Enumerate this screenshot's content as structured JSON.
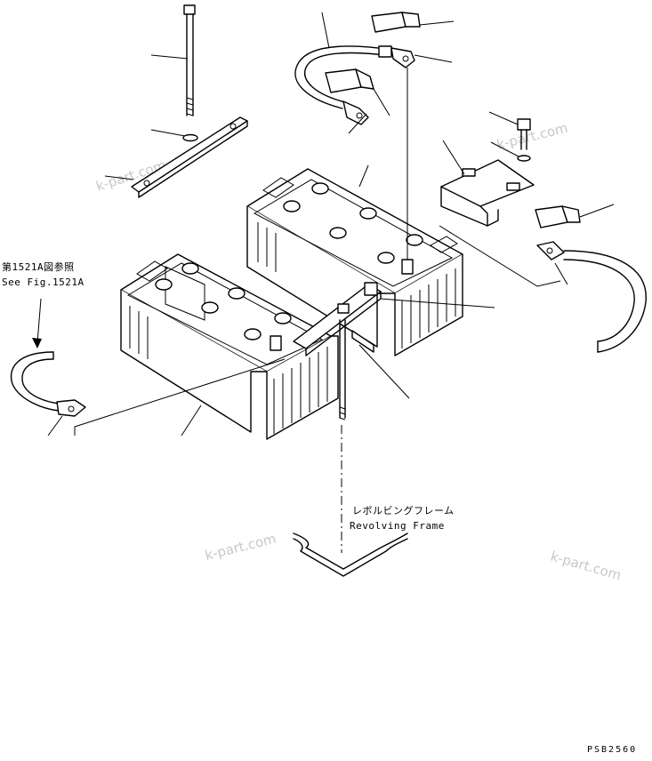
{
  "reference": {
    "ja": "第1521A図参照",
    "en": "See Fig.1521A"
  },
  "frame": {
    "ja": "レボルビングフレーム",
    "en": "Revolving Frame"
  },
  "watermark": "k-part.com",
  "drawing_code": "PSB2560"
}
